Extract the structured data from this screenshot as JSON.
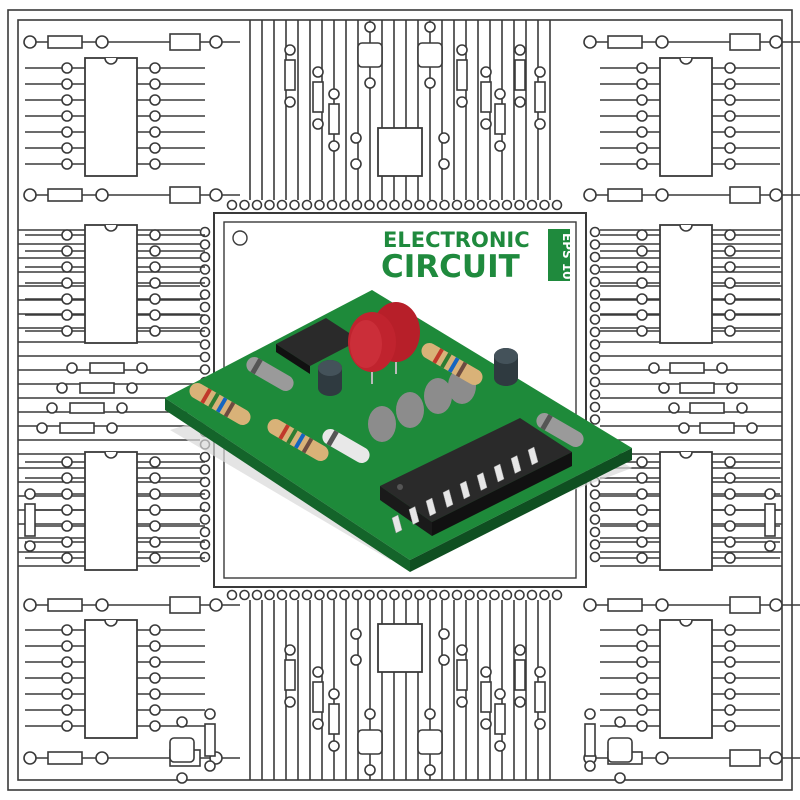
{
  "title": {
    "line1": "ELECTRONIC",
    "line2": "CIRCUIT",
    "badge": "EPS 10"
  },
  "colors": {
    "pcb_green": "#1e8a3a",
    "pcb_green_dark": "#14642a",
    "title_green": "#1f8a3d",
    "line_gray": "#3a3a3a",
    "chip_black": "#2a2a2a",
    "capacitor_red": "#c0232e",
    "component_gray": "#8c8c8c",
    "resistor_tan": "#d9b278"
  },
  "icons": [
    "circuit-board-icon",
    "microchip-icon",
    "resistor-icon",
    "capacitor-icon",
    "transistor-icon"
  ]
}
